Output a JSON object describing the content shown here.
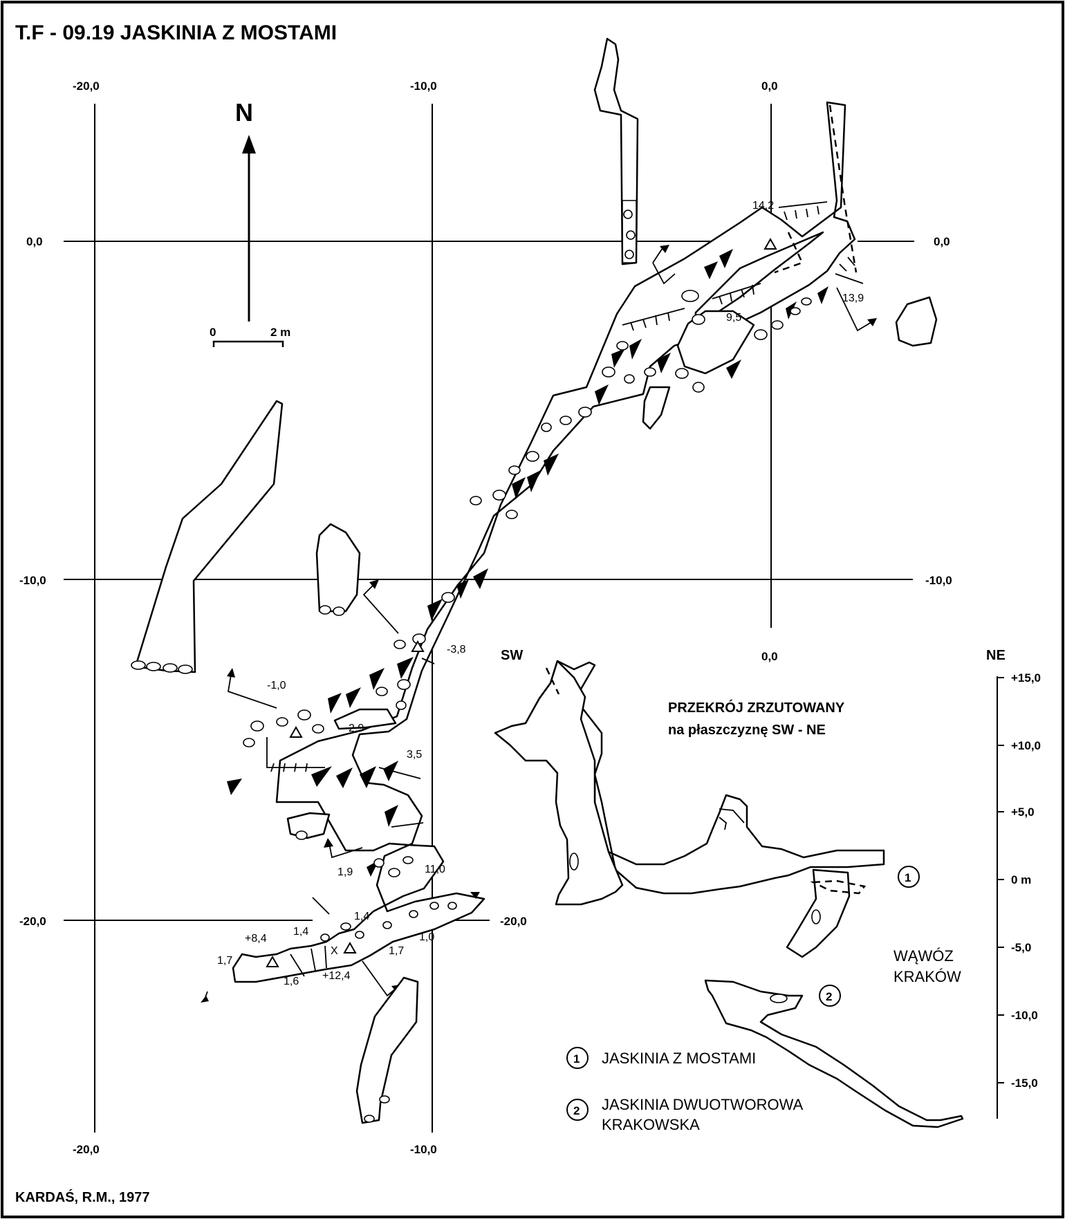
{
  "title": "T.F - 09.19  JASKINIA Z MOSTAMI",
  "author": "KARDAŚ, R.M., 1977",
  "north_label": "N",
  "scale": {
    "start": "0",
    "end": "2 m"
  },
  "grid_labels": {
    "x_top": [
      "-20,0",
      "-10,0",
      "0,0"
    ],
    "x_bottom": [
      "-20,0",
      "-10,0"
    ],
    "y_left": [
      "0,0",
      "-10,0",
      "-20,0"
    ],
    "y_right": [
      "0,0",
      "-10,0",
      "-20,0"
    ],
    "x_mid": "0,0"
  },
  "stations": [
    "14,2",
    "13,9",
    "9,5",
    "-1,0",
    "-3,8",
    "2,9",
    "3,5",
    "1,9",
    "11,0",
    "1,4",
    "+8,4",
    "1,4",
    "1,7",
    "1,6",
    "+12,4",
    "1,7",
    "1,0"
  ],
  "section": {
    "sw": "SW",
    "ne": "NE",
    "title_line1": "PRZEKRÓJ ZRZUTOWANY",
    "title_line2": "na płaszczyznę SW - NE",
    "scale_ticks": [
      "+15,0",
      "+10,0",
      "+5,0",
      "0 m",
      "-5,0",
      "-10,0",
      "-15,0"
    ],
    "gorge_line1": "WĄWÓZ",
    "gorge_line2": "KRAKÓW",
    "marker1": "1",
    "marker2": "2"
  },
  "legend": [
    {
      "num": "1",
      "label": "JASKINIA Z MOSTAMI"
    },
    {
      "num": "2",
      "label": "JASKINIA DWUOTWOROWA"
    },
    {
      "num": "",
      "label": "KRAKOWSKA"
    }
  ]
}
